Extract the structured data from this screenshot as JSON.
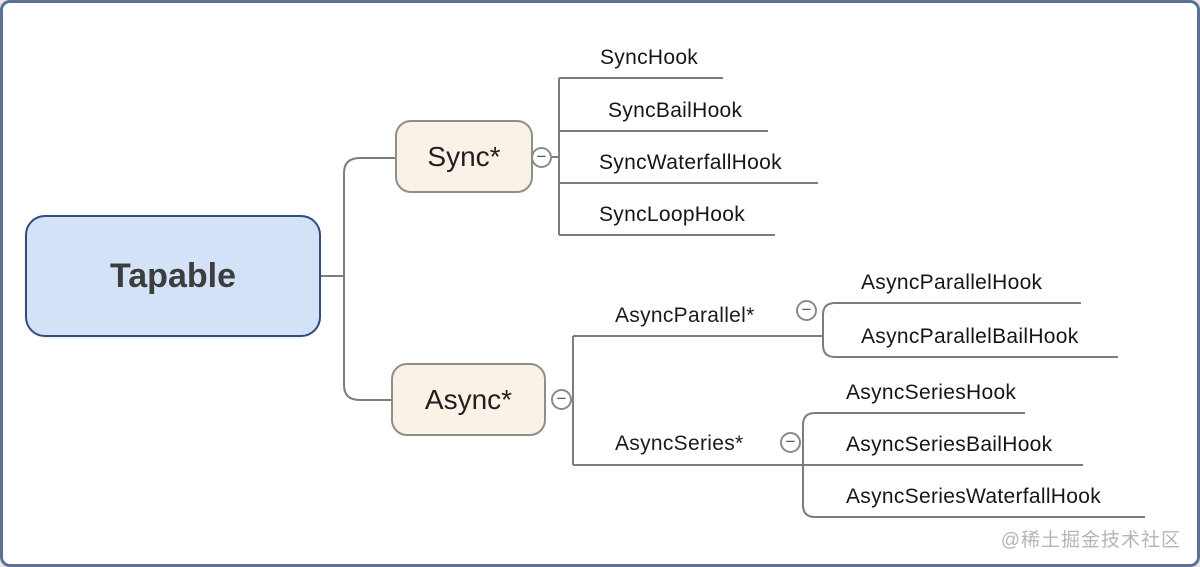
{
  "root": {
    "label": "Tapable"
  },
  "branches": {
    "sync": {
      "label": "Sync*",
      "children": [
        "SyncHook",
        "SyncBailHook",
        "SyncWaterfallHook",
        "SyncLoopHook"
      ]
    },
    "async": {
      "label": "Async*",
      "parallel": {
        "label": "AsyncParallel*",
        "children": [
          "AsyncParallelHook",
          "AsyncParallelBailHook"
        ]
      },
      "series": {
        "label": "AsyncSeries*",
        "children": [
          "AsyncSeriesHook",
          "AsyncSeriesBailHook",
          "AsyncSeriesWaterfallHook"
        ]
      }
    }
  },
  "icons": {
    "collapse_glyph": "−"
  },
  "watermark": "@稀土掘金技术社区",
  "colors": {
    "root_fill": "#d3e2f7",
    "root_border": "#2f4e7e",
    "branch_fill": "#fbf2e7",
    "branch_border": "#8f8e88",
    "connector_line": "#7d7d7d",
    "outer_border": "#5c7194",
    "text": "#161616",
    "watermark": "#b5b5b5"
  }
}
